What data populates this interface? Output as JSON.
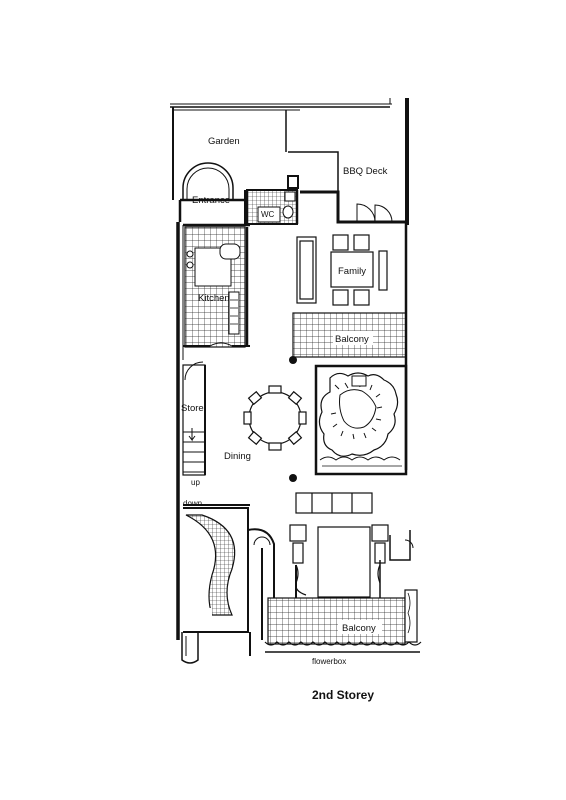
{
  "caption": "2nd Storey",
  "rooms": {
    "garden": "Garden",
    "bbq_deck": "BBQ Deck",
    "entrance": "Entrance",
    "wc": "WC",
    "kitchen": "Kitchen",
    "family": "Family",
    "balcony_upper": "Balcony",
    "store": "Store",
    "dining": "Dining",
    "balcony_lower": "Balcony"
  },
  "annotations": {
    "up": "up",
    "down": "down",
    "flowerbox": "flowerbox"
  }
}
